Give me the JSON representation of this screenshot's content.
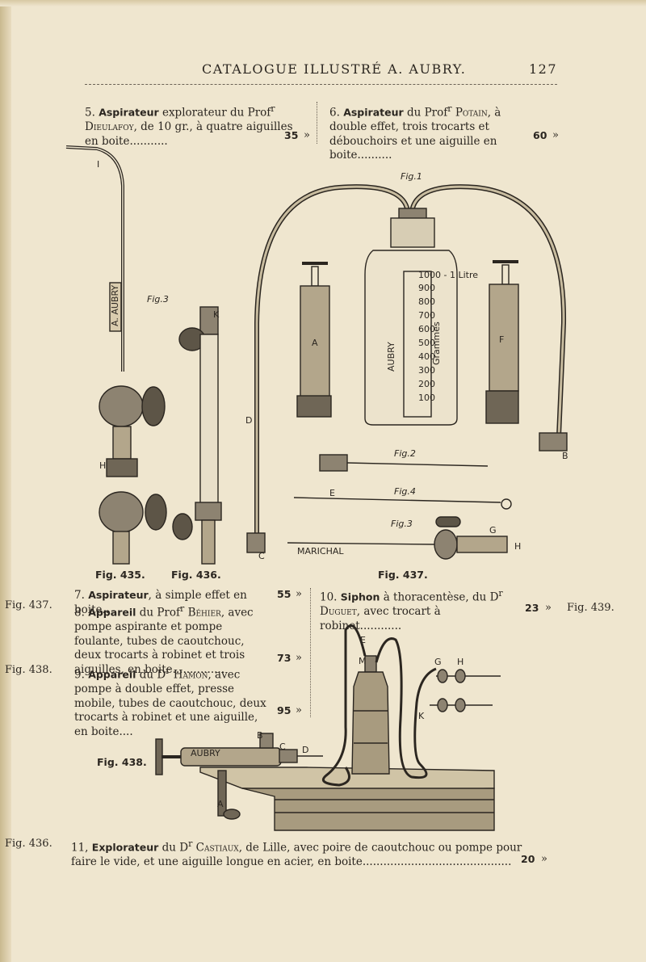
{
  "header": {
    "title": "CATALOGUE ILLUSTRÉ A. AUBRY.",
    "page_number": "127"
  },
  "entries": {
    "e5": {
      "num": "5.",
      "title": "Aspirateur",
      "text1": "explorateur du Prof",
      "sup": "r",
      "author": "Dieulafoy",
      "text2": ", de 10 gr., à quatre aiguilles en boite",
      "price": "35"
    },
    "e6": {
      "num": "6.",
      "title": "Aspirateur",
      "text1": "du Prof",
      "sup": "r",
      "author": "Potain",
      "text2": ", à double effet, trois trocarts et débouchoirs et une aiguille en boite",
      "price": "60"
    },
    "e7": {
      "num": "7.",
      "title": "Aspirateur",
      "text2": ", à simple effet en boite..",
      "price": "55"
    },
    "e8": {
      "num": "8.",
      "title": "Appareil",
      "text1": "du Prof",
      "sup": "r",
      "author": "Béhier",
      "text2": ", avec pompe aspirante et pompe foulante, tubes de caoutchouc, deux trocarts à robinet et trois aiguilles, en boite",
      "price": "73"
    },
    "e9": {
      "num": "9.",
      "title": "Appareil",
      "text1": "du D",
      "sup": "r",
      "author": "Hamon",
      "text2": ", avec pompe à double effet, presse mobile, tubes de caoutchouc, deux trocarts à robinet et une aiguille, en boite....",
      "price": "95"
    },
    "e10": {
      "num": "10.",
      "title": "Siphon",
      "text1": "à thoracentèse, du D",
      "sup": "r",
      "author": "Duguet",
      "text2": ", avec trocart à robinet",
      "price": "23"
    },
    "e11": {
      "num": "11,",
      "title": "Explorateur",
      "text1": "du D",
      "sup": "r",
      "author": "Castiaux",
      "text2": ", de Lille, avec poire de caoutchouc ou pompe pour faire le vide, et une aiguille longue en acier, en boite",
      "price": "20"
    }
  },
  "currency_mark": "»",
  "side_refs": [
    "Fig. 437.",
    "Fig. 438.",
    "Fig. 436.",
    "Fig. 439."
  ],
  "figure_captions": {
    "fig435": "Fig. 435.",
    "fig436": "Fig. 436.",
    "fig437": "Fig. 437.",
    "fig438": "Fig. 438."
  },
  "illustration_labels": {
    "inner": [
      "Fig.1",
      "Fig.2",
      "Fig.4",
      "Fig.3",
      "Fig.3"
    ],
    "letters_435": [
      "I",
      "H"
    ],
    "letters_436": [
      "K"
    ],
    "letters_437": [
      "A",
      "D",
      "C",
      "F",
      "B",
      "E",
      "G",
      "H"
    ],
    "bottle_brand": "AUBRY",
    "bottle_grad_top": "1000 - 1 Litre",
    "bottle_grams": "Grammes",
    "bottle_scale": [
      "900",
      "800",
      "700",
      "600",
      "500",
      "400",
      "300",
      "200",
      "100"
    ],
    "rod_brand": "A. AUBRY",
    "engraver": "MARICHAL",
    "letters_438": [
      "B",
      "C",
      "D",
      "A"
    ],
    "pump_brand": "AUBRY",
    "letters_439": [
      "E",
      "M",
      "G",
      "H",
      "K"
    ]
  }
}
